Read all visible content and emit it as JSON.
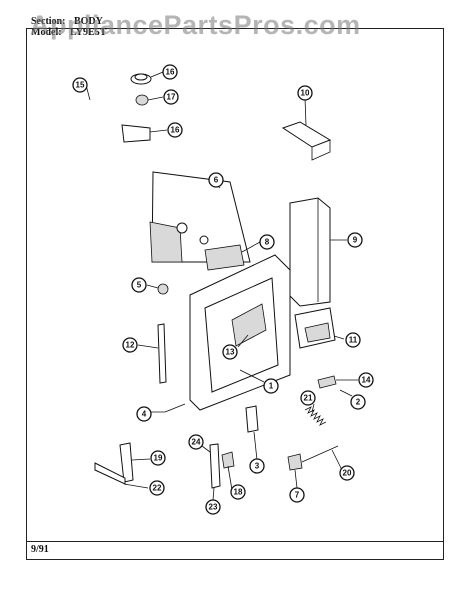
{
  "header": {
    "section_label": "Section:",
    "section_value": "BODY",
    "model_label": "Model:",
    "model_value": "LY9E5T"
  },
  "watermark": "AppliancePartsPros.com",
  "footer": {
    "date": "9/91"
  },
  "callouts": [
    "15",
    "16",
    "17",
    "16",
    "10",
    "6",
    "8",
    "9",
    "5",
    "11",
    "12",
    "13",
    "1",
    "14",
    "2",
    "4",
    "21",
    "24",
    "3",
    "19",
    "18",
    "22",
    "23",
    "7",
    "20"
  ]
}
